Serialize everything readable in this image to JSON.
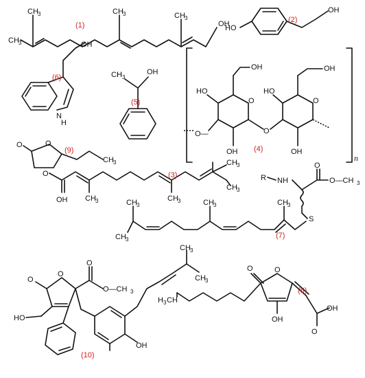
{
  "compounds": [
    {
      "label": "(1)"
    },
    {
      "label": "(2)"
    },
    {
      "label": "(3)"
    },
    {
      "label": "(4)"
    },
    {
      "label": "(5)"
    },
    {
      "label": "(6)"
    },
    {
      "label": "(7)"
    },
    {
      "label": "(8)"
    },
    {
      "label": "(9)"
    },
    {
      "label": "(10)"
    }
  ],
  "atoms": {
    "oh": "OH",
    "ho": "HO",
    "o": "O",
    "s": "S",
    "nh": "NH",
    "n": "N",
    "h": "H",
    "r": "R",
    "ch": "CH",
    "three": "3",
    "och": "O—CH",
    "o_dash": "O—"
  },
  "polymer_n": "n"
}
